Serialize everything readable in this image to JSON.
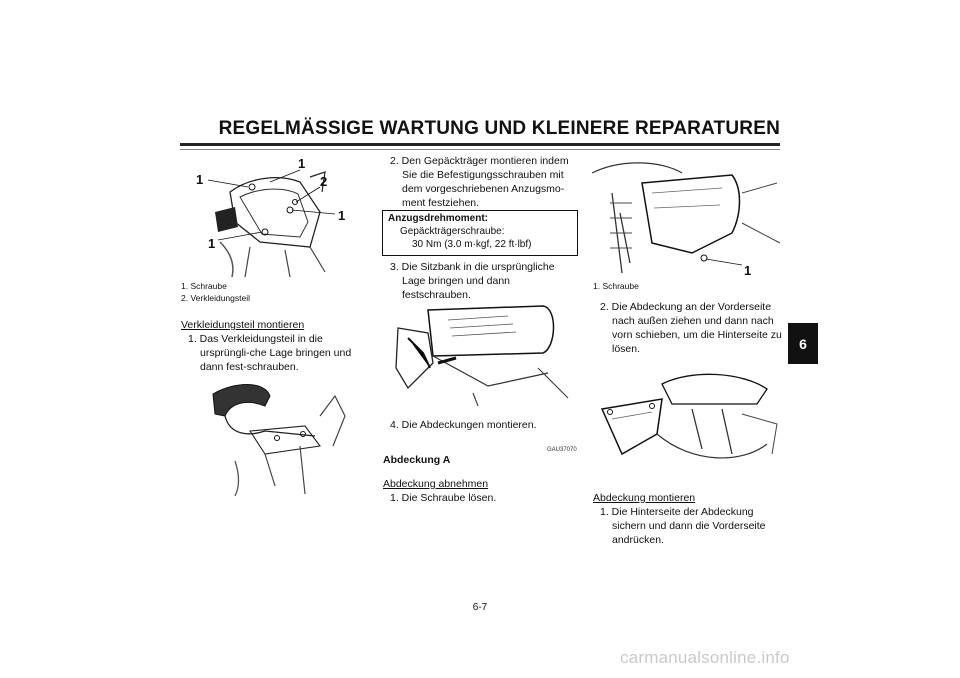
{
  "header": {
    "title": "REGELMÄSSIGE WARTUNG UND KLEINERE REPARATUREN"
  },
  "chapter_tab": "6",
  "fig1": {
    "callouts": [
      "1",
      "1",
      "2",
      "1",
      "1"
    ],
    "legend": [
      "1. Schraube",
      "2. Verkleidungsteil"
    ]
  },
  "col1": {
    "section_title": "Verkleidungsteil montieren",
    "step1": "1. Das Verkleidungsteil in die ursprüngli-che Lage bringen und dann fest-schrauben."
  },
  "col2": {
    "step2": "2. Den Gepäckträger montieren indem Sie die Befestigungsschrauben mit dem vorgeschriebenen Anzugsmo-ment festziehen.",
    "torque_title": "Anzugsdrehmoment:",
    "torque_item": "Gepäckträgerschraube:",
    "torque_value": "30 Nm (3.0 m·kgf, 22 ft·lbf)",
    "step3": "3. Die Sitzbank in die ursprüngliche Lage bringen und dann festschrauben.",
    "step4": "4. Die Abdeckungen montieren.",
    "code": "GAU37070",
    "heading": "Abdeckung A",
    "sub_title": "Abdeckung abnehmen",
    "sub_step1": "1. Die Schraube lösen."
  },
  "col3": {
    "fig_callout": "1",
    "fig_legend": "1. Schraube",
    "step2": "2. Die Abdeckung an der Vorderseite nach außen ziehen und dann nach vorn schieben, um die Hinterseite zu lösen.",
    "sub_title": "Abdeckung montieren",
    "sub_step1": "1. Die Hinterseite der Abdeckung sichern und dann die Vorderseite andrücken."
  },
  "footer": {
    "page_number": "6-7",
    "watermark": "carmanualsonline.info"
  }
}
